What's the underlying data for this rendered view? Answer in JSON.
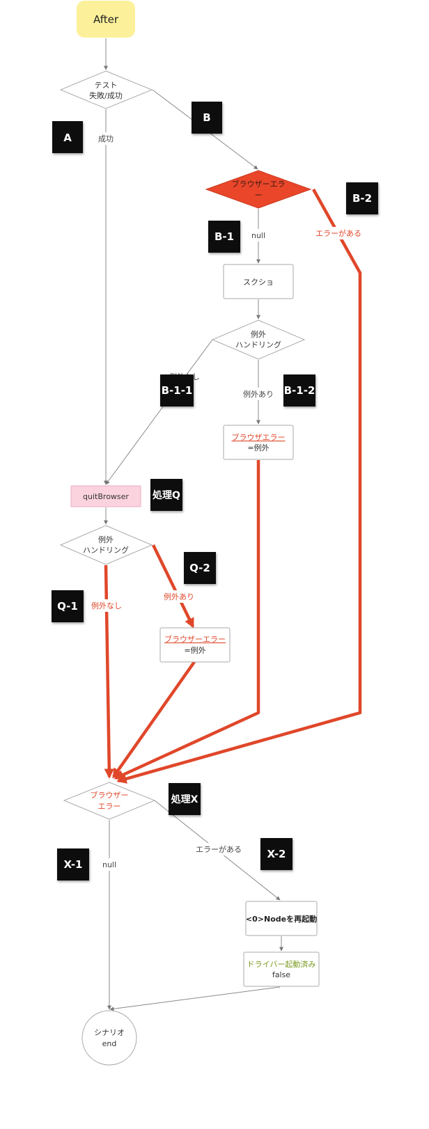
{
  "nodes": {
    "after": "After",
    "test_line1": "テスト",
    "test_line2": "失敗/成功",
    "browser_error_line1": "ブラウザーエラ",
    "browser_error_line2": "ー",
    "screenshot": "スクショ",
    "exception1_line1": "例外",
    "exception1_line2": "ハンドリング",
    "browser_error_exc1_line1": "ブラウザエラー",
    "browser_error_exc1_line2": "=例外",
    "quit_browser": "quitBrowser",
    "exception2_line1": "例外",
    "exception2_line2": "ハンドリング",
    "browser_error_exc2_line1": "ブラウザーエラー",
    "browser_error_exc2_line2": "=例外",
    "browser_error2_line1": "ブラウザー",
    "browser_error2_line2": "エラー",
    "node_restart": "<0>Nodeを再起動",
    "driver_started_line1": "ドライバー起動済み",
    "driver_started_line2": "false",
    "scenario_end_line1": "シナリオ",
    "scenario_end_line2": "end"
  },
  "edge_labels": {
    "success": "成功",
    "null_1": "null",
    "has_error_1": "エラーがある",
    "no_exception_1": "例外なし",
    "has_exception_1": "例外あり",
    "no_exception_2": "例外なし",
    "has_exception_2": "例外あり",
    "has_error_2": "エラーがある",
    "null_2": "null"
  },
  "stickies": {
    "a": "A",
    "b": "B",
    "b2": "B-2",
    "b1": "B-1",
    "b11": "B-1-1",
    "b12": "B-1-2",
    "proc_q": "処理Q",
    "q2": "Q-2",
    "q1": "Q-1",
    "proc_x": "処理X",
    "x2": "X-2",
    "x1": "X-1"
  },
  "colors": {
    "accent_red": "#e0472a",
    "start_yellow": "#fcf19a",
    "quit_pink": "#fbd3df",
    "driver_green": "#7a9a1f",
    "sticky_black": "#0b0b0b"
  }
}
